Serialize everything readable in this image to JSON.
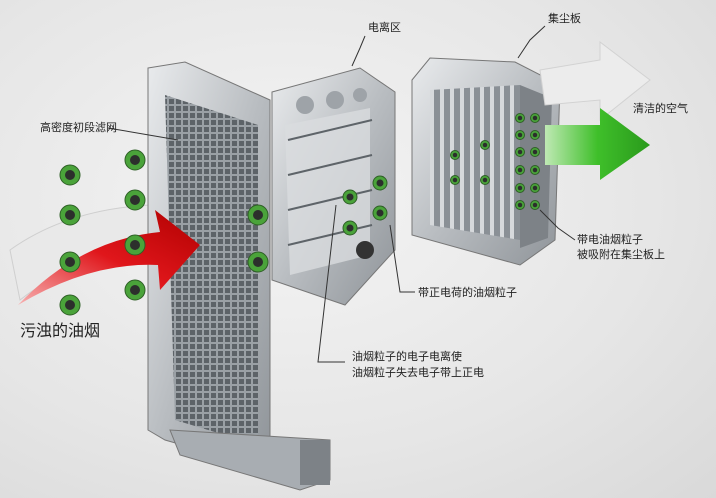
{
  "title": "油烟净化器工作原理示意图",
  "labels": {
    "ionization_zone": "电离区",
    "collector_plate": "集尘板",
    "clean_air": "清洁的空气",
    "prefilter": "高密度初段滤网",
    "adsorbed_line1": "带电油烟粒子",
    "adsorbed_line2": "被吸附在集尘板上",
    "positive_particles": "带正电荷的油烟粒子",
    "ionization_line1": "油烟粒子的电子电离使",
    "ionization_line2": "油烟粒子失去电子带上正电",
    "dirty_smoke": "污浊的油烟"
  },
  "colors": {
    "dirty_arrow": "#e0161b",
    "clean_arrow": "#3fbf2a",
    "particle": "#4aa33a",
    "metal": "#b8bcc0"
  }
}
